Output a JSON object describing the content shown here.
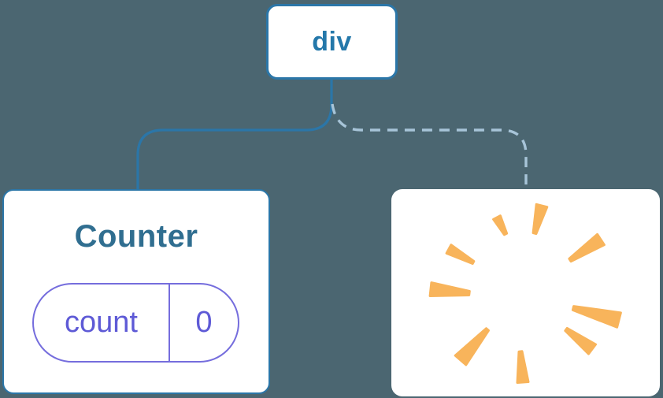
{
  "diagram": {
    "title": "component tree with removed child",
    "root": {
      "label": "div"
    },
    "counter": {
      "title": "Counter",
      "state_name": "count",
      "state_value": "0",
      "connection": "solid"
    },
    "removed": {
      "icon": "poof-icon",
      "connection": "dashed"
    }
  },
  "colors": {
    "background": "#4b6671",
    "node_border": "#2b76a8",
    "node_text": "#2478aa",
    "counter_title": "#306e90",
    "solid_line": "#2b76a8",
    "dashed_line": "#a7c4d8",
    "pill_border": "#756ddd",
    "pill_text": "#5e5ad6",
    "card_bg": "#ffffff",
    "spark": "#f8b45b"
  }
}
